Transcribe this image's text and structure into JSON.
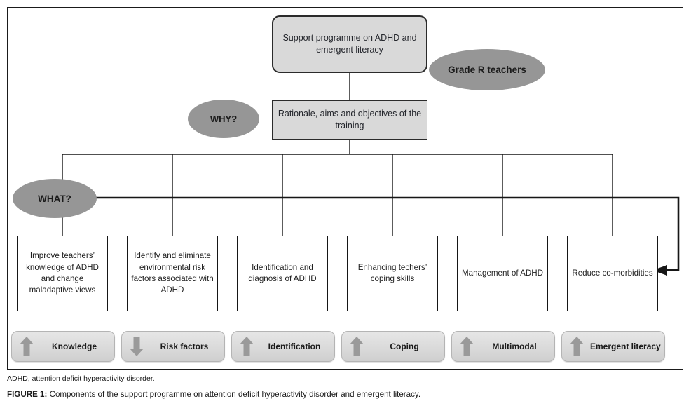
{
  "figure": {
    "top_node": "Support programme on ADHD and emergent literacy",
    "rationale_node": "Rationale, aims and objectives of the training",
    "ellipses": [
      {
        "name": "grade-r-teachers",
        "label": "Grade R teachers"
      },
      {
        "name": "why",
        "label": "WHY?"
      },
      {
        "name": "what",
        "label": "WHAT?"
      }
    ],
    "components": [
      {
        "label": "Improve teachers’ knowledge of ADHD and change maladaptive views"
      },
      {
        "label": "Identify and eliminate environmental risk factors associated with ADHD"
      },
      {
        "label": "Identification and diagnosis of ADHD"
      },
      {
        "label": "Enhancing techers’ coping skills"
      },
      {
        "label": "Management of ADHD"
      },
      {
        "label": "Reduce co-morbidities"
      }
    ],
    "outcomes": [
      {
        "label": "Knowledge",
        "direction": "up"
      },
      {
        "label": "Risk factors",
        "direction": "down"
      },
      {
        "label": "Identification",
        "direction": "up"
      },
      {
        "label": "Coping",
        "direction": "up"
      },
      {
        "label": "Multimodal",
        "direction": "up"
      },
      {
        "label": "Emergent literacy",
        "direction": "up"
      }
    ],
    "abbreviation_note": "ADHD, attention deficit hyperactivity disorder.",
    "caption_label": "FIGURE 1:",
    "caption_text": " Components of the support programme on attention deficit hyperactivity disorder and emergent literacy.",
    "colors": {
      "box_fill": "#d9d9d9",
      "ellipse_fill": "#969696",
      "line": "#161616",
      "pill_fill": "#dcdcdc",
      "arrow_gray": "#9a9a9a",
      "frame": "#1a1a1a"
    }
  }
}
